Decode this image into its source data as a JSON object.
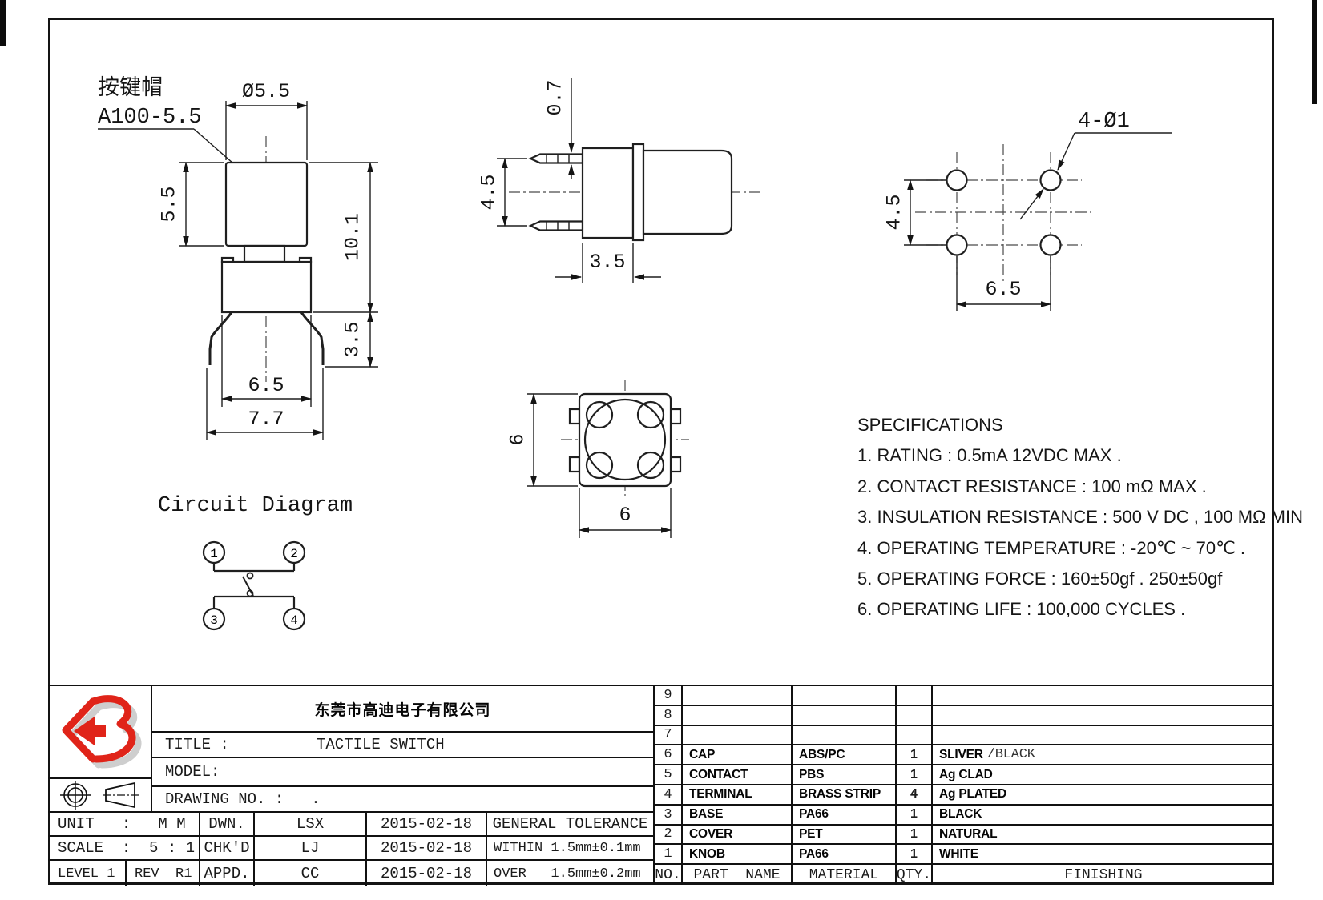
{
  "colors": {
    "line": "#1f1f1f",
    "logo_red": "#e02419"
  },
  "drawing": {
    "front_view": {
      "cap_label_1": "按键帽",
      "cap_label_2": "A100-5.5",
      "dim_diameter": "Ø5.5",
      "dim_cap_height": "5.5",
      "dim_total_height": "10.1",
      "dim_pin_length": "3.5",
      "dim_base_width": "6.5",
      "dim_lead_span": "7.7"
    },
    "side_view": {
      "dim_pin_thickness": "0.7",
      "dim_pin_pitch": "4.5",
      "dim_body_depth": "3.5"
    },
    "pcb_view": {
      "hole_callout": "4-Ø1",
      "dim_pitch_vertical": "4.5",
      "dim_pitch_horizontal": "6.5"
    },
    "top_view": {
      "dim_height": "6",
      "dim_width": "6"
    },
    "circuit": {
      "title": "Circuit Diagram",
      "pins": [
        "1",
        "2",
        "3",
        "4"
      ]
    }
  },
  "specifications": {
    "title": "SPECIFICATIONS",
    "items": [
      "1. RATING : 0.5mA 12VDC MAX .",
      "2. CONTACT RESISTANCE : 100 mΩ MAX .",
      "3. INSULATION RESISTANCE : 500 V DC , 100 MΩ MIN",
      "4. OPERATING TEMPERATURE : -20℃ ~ 70℃ .",
      "5. OPERATING FORCE : 160±50gf . 250±50gf",
      "6. OPERATING LIFE : 100,000 CYCLES ."
    ]
  },
  "title_block": {
    "company": "东莞市高迪电子有限公司",
    "title_label": "TITLE :",
    "title_value": "TACTILE SWITCH",
    "model_label": "MODEL:",
    "drawing_no_label": "DRAWING NO. :",
    "drawing_no_value": ".",
    "unit": "UNIT   :   M M",
    "scale": "SCALE  :  5 : 1",
    "level": "LEVEL 1",
    "rev": "REV  R1",
    "dwn_label": "DWN.",
    "dwn_name": "LSX",
    "dwn_date": "2015-02-18",
    "chk_label": "CHK'D",
    "chk_name": "LJ",
    "chk_date": "2015-02-18",
    "appd_label": "APPD.",
    "appd_name": "CC",
    "appd_date": "2015-02-18",
    "tol_title": "GENERAL TOLERANCE",
    "tol_within": "WITHIN 1.5mm±0.1mm",
    "tol_over": "OVER   1.5mm±0.2mm"
  },
  "parts_table": {
    "headers": {
      "no": "NO.",
      "part": "PART  NAME",
      "material": "MATERIAL",
      "qty": "QTY.",
      "finishing": "FINISHING"
    },
    "rows": [
      {
        "no": "9",
        "part": "",
        "material": "",
        "qty": "",
        "finishing": "",
        "finishing2": ""
      },
      {
        "no": "8",
        "part": "",
        "material": "",
        "qty": "",
        "finishing": "",
        "finishing2": ""
      },
      {
        "no": "7",
        "part": "",
        "material": "",
        "qty": "",
        "finishing": "",
        "finishing2": ""
      },
      {
        "no": "6",
        "part": "CAP",
        "material": "ABS/PC",
        "qty": "1",
        "finishing": "SLIVER",
        "finishing2": "/BLACK"
      },
      {
        "no": "5",
        "part": "CONTACT",
        "material": "PBS",
        "qty": "1",
        "finishing": "Ag CLAD",
        "finishing2": ""
      },
      {
        "no": "4",
        "part": "TERMINAL",
        "material": "BRASS STRIP",
        "qty": "4",
        "finishing": "Ag PLATED",
        "finishing2": ""
      },
      {
        "no": "3",
        "part": "BASE",
        "material": "PA66",
        "qty": "1",
        "finishing": "BLACK",
        "finishing2": ""
      },
      {
        "no": "2",
        "part": "COVER",
        "material": "PET",
        "qty": "1",
        "finishing": "NATURAL",
        "finishing2": ""
      },
      {
        "no": "1",
        "part": "KNOB",
        "material": "PA66",
        "qty": "1",
        "finishing": "WHITE",
        "finishing2": ""
      }
    ]
  }
}
